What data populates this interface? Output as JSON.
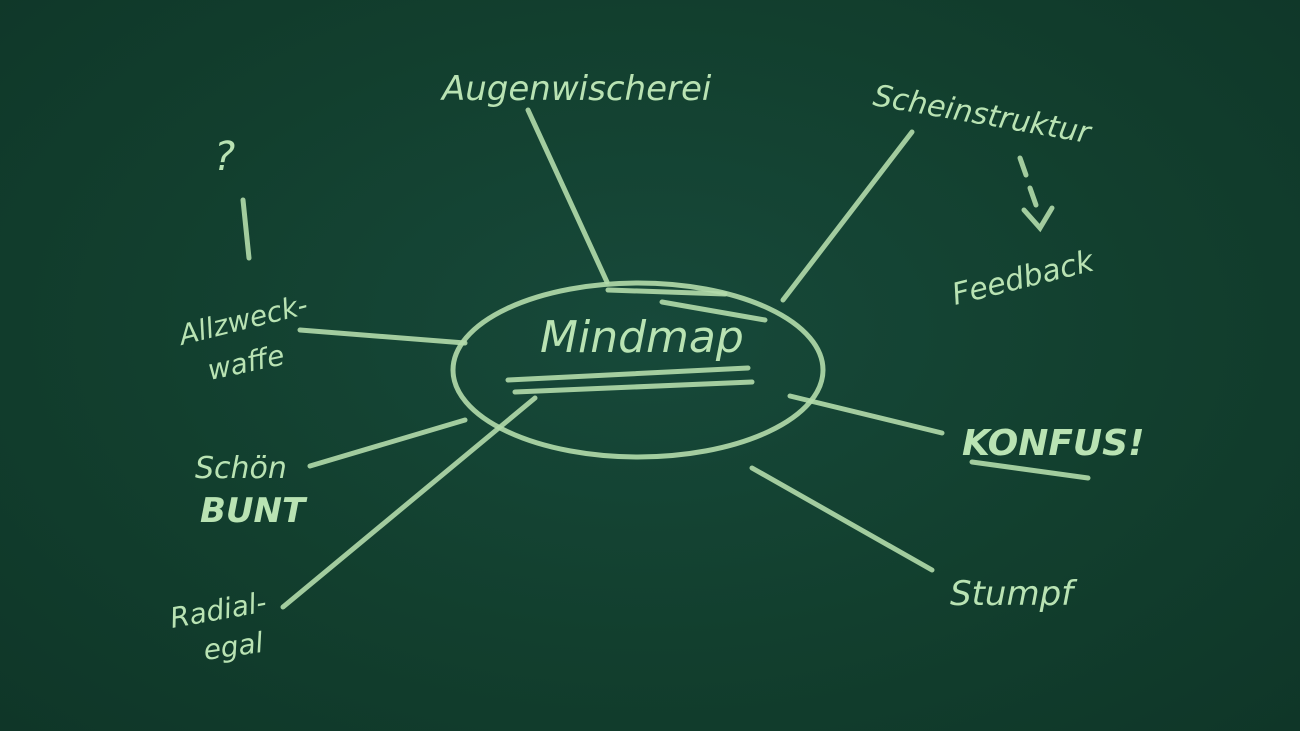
{
  "colors": {
    "board": "#123f2e",
    "chalk": "#b9e3b3"
  },
  "center": "Mindmap",
  "branches": {
    "top": "Augenwischerei",
    "top_right": "Scheinstruktur",
    "top_right_sub": "Feedback",
    "right": "KONFUS!",
    "bottom_right": "Stumpf",
    "left_question": "?",
    "left_1a": "Allzweck-",
    "left_1b": "waffe",
    "left_2a": "Schön",
    "left_2b": "BUNT",
    "left_3a": "Radial-",
    "left_3b": "egal"
  }
}
